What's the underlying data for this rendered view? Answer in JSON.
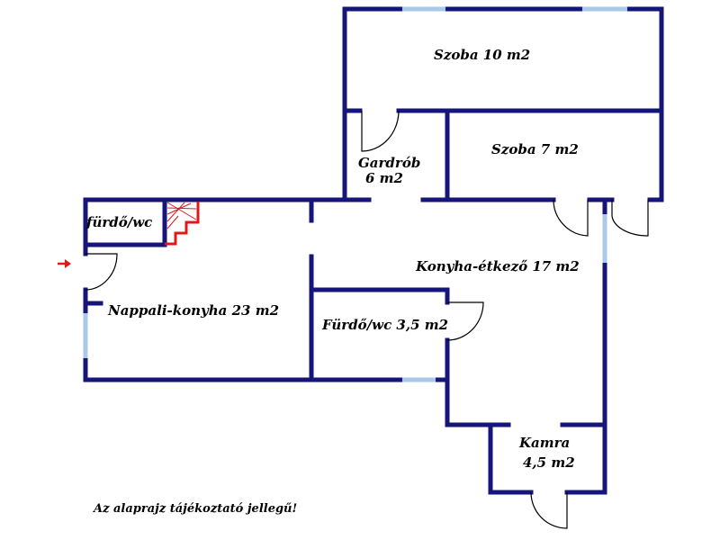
{
  "rooms": {
    "szoba10": "Szoba 10 m2",
    "szoba7": "Szoba 7 m2",
    "gardrob_line1": "Gardrób",
    "gardrob_line2": "6 m2",
    "furdowc_small": "fürdő/wc",
    "konyha_etkezo": "Konyha-étkező 17 m2",
    "nappali": "Nappali-konyha 23 m2",
    "furdowc": "Fürdő/wc 3,5 m2",
    "kamra_line1": "Kamra",
    "kamra_line2": "4,5 m2"
  },
  "note": "Az alaprajz tájékoztató jellegű!",
  "colors": {
    "wall": "#16167a",
    "window": "#aac8e8",
    "stairs": "#e01818",
    "entrance_arrow": "#e01818"
  },
  "icons": {
    "entrance": "entrance-arrow-icon",
    "stairs": "staircase-icon"
  }
}
